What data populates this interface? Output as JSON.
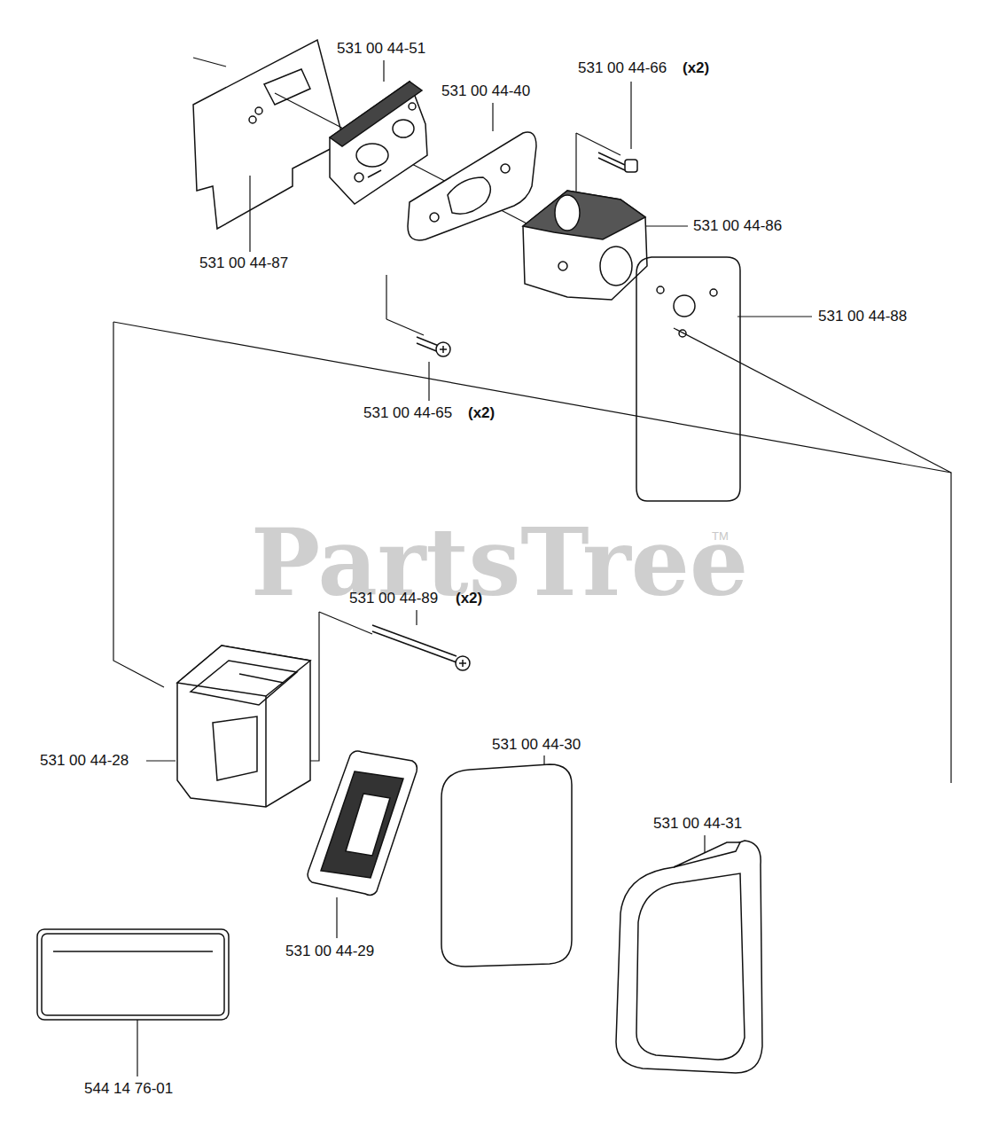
{
  "diagram": {
    "labels": [
      "531 00 44-51",
      "531 00 44-40",
      "531 00 44-66",
      "(x2)",
      "531 00 44-86",
      "531 00 44-87",
      "531 00 44-88",
      "531 00 44-65",
      "(x2)",
      "PartsTree",
      "TM",
      "531 00 44-89",
      "(x2)",
      "531 00 44-30",
      "531 00 44-28",
      "531 00 44-31",
      "531 00 44-29",
      "544 14 76-01"
    ]
  }
}
